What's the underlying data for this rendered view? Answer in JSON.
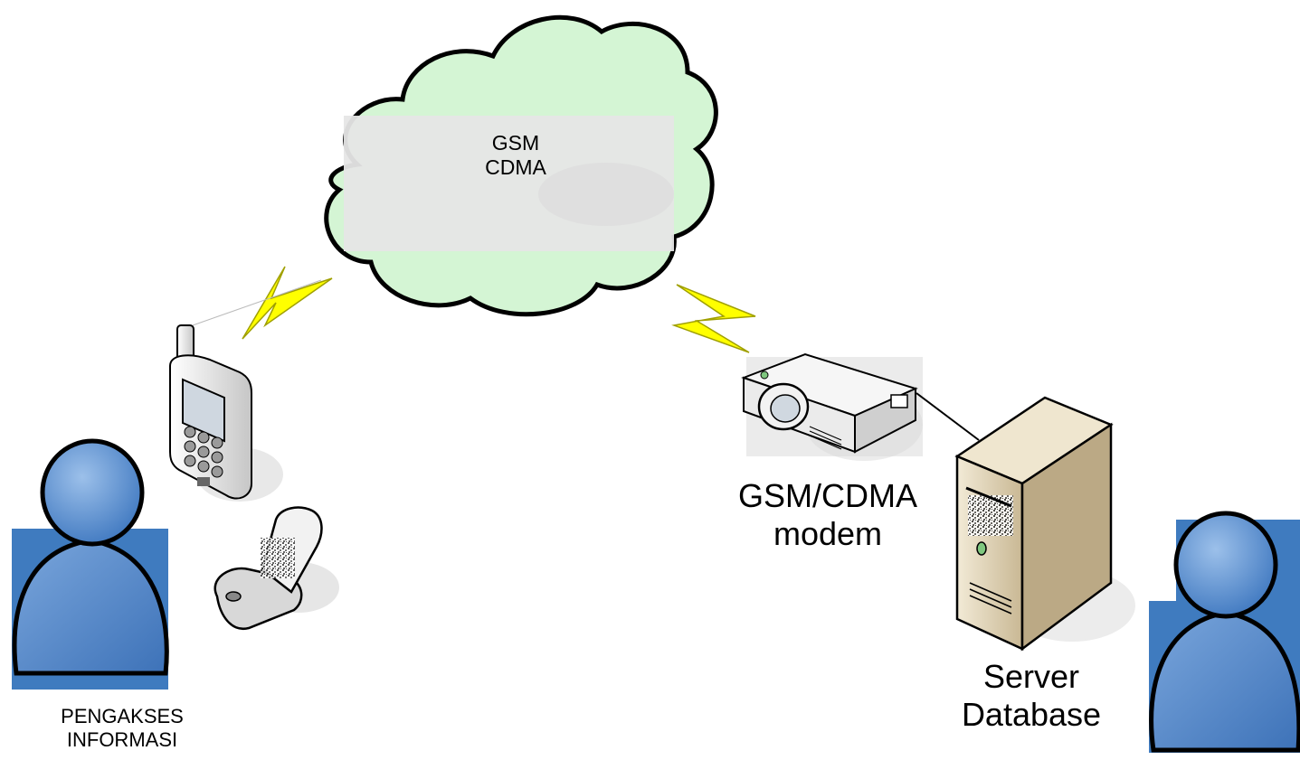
{
  "cloud": {
    "line1": "GSM",
    "line2": "CDMA"
  },
  "modem": {
    "line1": "GSM/CDMA",
    "line2": "modem"
  },
  "server": {
    "line1": "Server",
    "line2": "Database"
  },
  "user": {
    "line1": "PENGAKSES",
    "line2": "INFORMASI"
  },
  "colors": {
    "cloud_fill": "#d4f5d4",
    "cloud_box": "#e6e6e6",
    "person_fill": "#4f86c6",
    "person_bg": "#3f7bbf",
    "lightning": "#ffff00",
    "server_body": "#e3d7bc",
    "device_gray": "#dadada"
  },
  "icons": [
    "cloud-icon",
    "lightning-icon",
    "mobile-phone-icon",
    "flip-phone-icon",
    "modem-icon",
    "server-icon",
    "person-icon"
  ]
}
